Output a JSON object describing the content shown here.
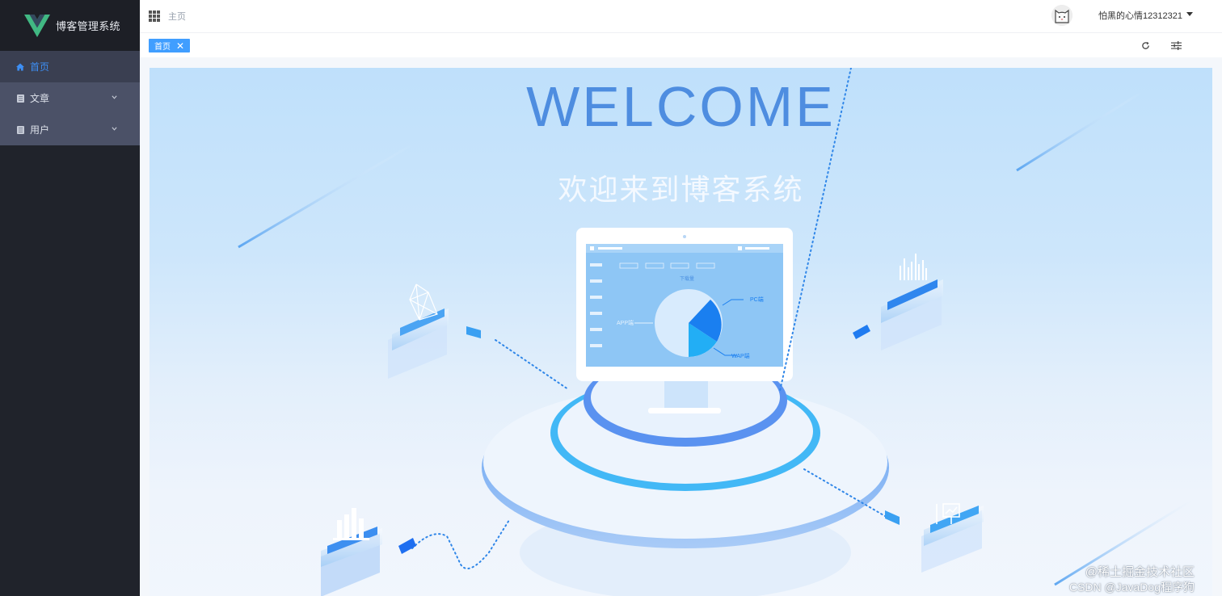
{
  "app": {
    "title": "博客管理系统",
    "logo_icon": "vue-logo-icon"
  },
  "sidebar": {
    "items": [
      {
        "label": "首页",
        "icon": "home-icon",
        "active": true,
        "expandable": false
      },
      {
        "label": "文章",
        "icon": "document-icon",
        "active": false,
        "expandable": true
      },
      {
        "label": "用户",
        "icon": "document-icon",
        "active": false,
        "expandable": true
      }
    ]
  },
  "header": {
    "menu_icon": "grid-icon",
    "breadcrumb": "主页",
    "user": {
      "avatar_icon": "cat-avatar-icon",
      "name": "怕黑的心情12312321",
      "dropdown_icon": "caret-down-icon"
    }
  },
  "tags": {
    "items": [
      {
        "label": "首页",
        "close_icon": "close-icon",
        "active": true
      }
    ],
    "tools": [
      {
        "name": "refresh",
        "icon": "refresh-icon"
      },
      {
        "name": "settings",
        "icon": "sliders-icon"
      }
    ]
  },
  "main": {
    "welcome_title": "WELCOME",
    "welcome_subtitle": "欢迎来到博客系统",
    "illustration": {
      "monitor_chart_title": "下载量",
      "pie_labels": [
        "PC端",
        "APP端",
        "WAP端"
      ]
    }
  },
  "watermark": {
    "line1": "@稀土掘金技术社区",
    "line2": "CSDN @JavaDog程序狗"
  },
  "colors": {
    "sidebar_bg": "#20232b",
    "sidebar_active_bg": "#3a3f51",
    "sidebar_sub_bg": "#4b5167",
    "accent": "#409eff",
    "welcome_text": "#4e8de0",
    "banner_top": "#bfe0fb",
    "banner_bottom": "#f1f6fd"
  }
}
